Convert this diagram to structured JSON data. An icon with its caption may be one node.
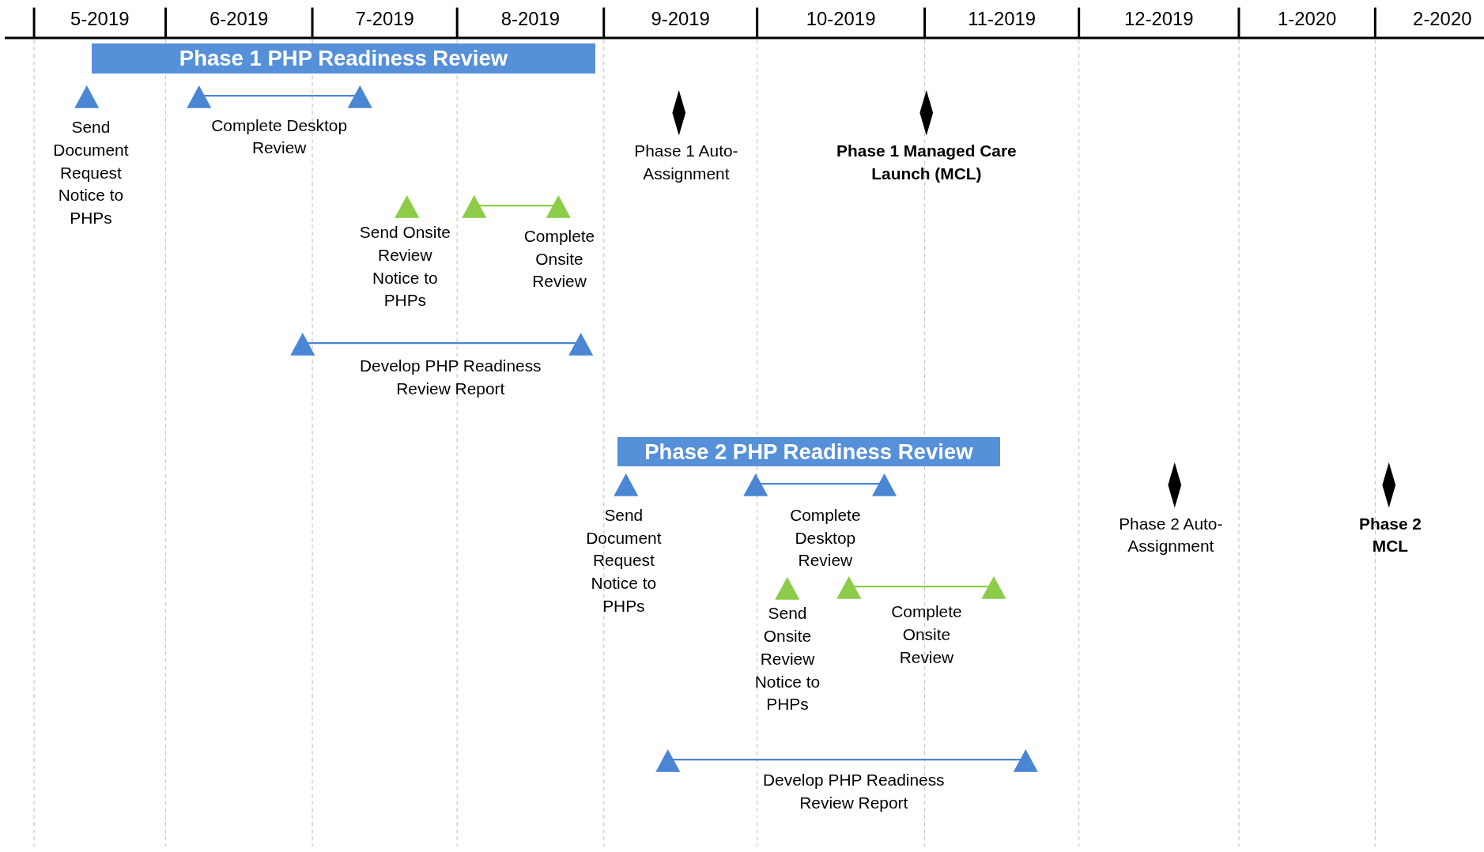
{
  "diagram": {
    "nodes": [
      {
        "text": [
          "Phase 1 PHP Readiness Review"
        ]
      },
      {
        "text": [
          "Send Document Request Notice to PHPs"
        ]
      },
      {
        "text": [
          "Complete Desktop Review"
        ]
      },
      {
        "text": [
          "Phase 1 Auto-Assignment"
        ]
      },
      {
        "text": [
          "Phase 1 Managed Care Launch (MCL)"
        ]
      },
      {
        "text": [
          "Send Onsite Review Notice to PHPs"
        ]
      },
      {
        "text": [
          "Complete Onsite Review"
        ]
      },
      {
        "text": [
          "Develop PHP Readiness Review Report"
        ]
      },
      {
        "text": [
          "Phase 2 PHP Readiness Review"
        ]
      },
      {
        "text": [
          "Send Document Request Notice to PHPs"
        ]
      },
      {
        "text": [
          "Complete Desktop Review"
        ]
      },
      {
        "text": [
          "Phase 2 Auto-Assignment"
        ]
      },
      {
        "text": [
          "Phase 2 MCL"
        ]
      },
      {
        "text": [
          "Send Onsite Review Notice to PHPs"
        ]
      },
      {
        "text": [
          "Complete Onsite Review"
        ]
      },
      {
        "text": [
          "Develop PHP Readiness Review Report"
        ]
      }
    ],
    "labels": [
      "5-2019",
      "6-2019",
      "7-2019",
      "8-2019",
      "9-2019",
      "10-2019",
      "11-2019",
      "12-2019",
      "1-2020",
      "2-2020"
    ]
  }
}
